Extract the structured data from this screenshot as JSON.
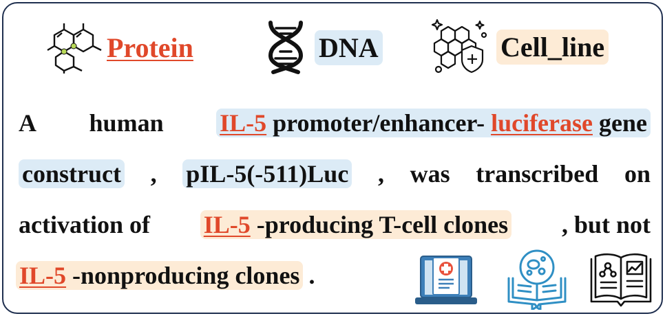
{
  "legend": {
    "protein_label": "Protein",
    "dna_label": "DNA",
    "cell_line_label": "Cell_line"
  },
  "sentence": {
    "line1": {
      "w1": "A",
      "w2": "human",
      "ent1": "IL-5",
      "ent1_rest": "promoter/enhancer-",
      "ent2": "luciferase",
      "ent2_rest": "gene"
    },
    "line2": {
      "ent1": "construct",
      "p1": ",",
      "ent2": "pIL-5(-511)Luc",
      "p2": ",",
      "w1": "was",
      "w2": "transcribed",
      "w3": "on"
    },
    "line3": {
      "pre": "activation of",
      "ent1": "IL-5",
      "ent1_rest": "-producing T-cell clones",
      "post": ", but not"
    },
    "line4": {
      "ent1": "IL-5",
      "ent1_rest": "-nonproducing clones",
      "post": "."
    }
  },
  "icons": {
    "legend": [
      "molecule-icon",
      "dna-helix-icon",
      "cells-shield-icon"
    ],
    "bottom": [
      "medical-laptop-icon",
      "microscope-book-icon",
      "research-book-icon"
    ]
  },
  "colors": {
    "protein": "#e0482a",
    "dna_bg": "#dcebf6",
    "cell_line_bg": "#fdebd6",
    "border": "#1f2f4f",
    "icon_blue": "#2f8fc4"
  }
}
